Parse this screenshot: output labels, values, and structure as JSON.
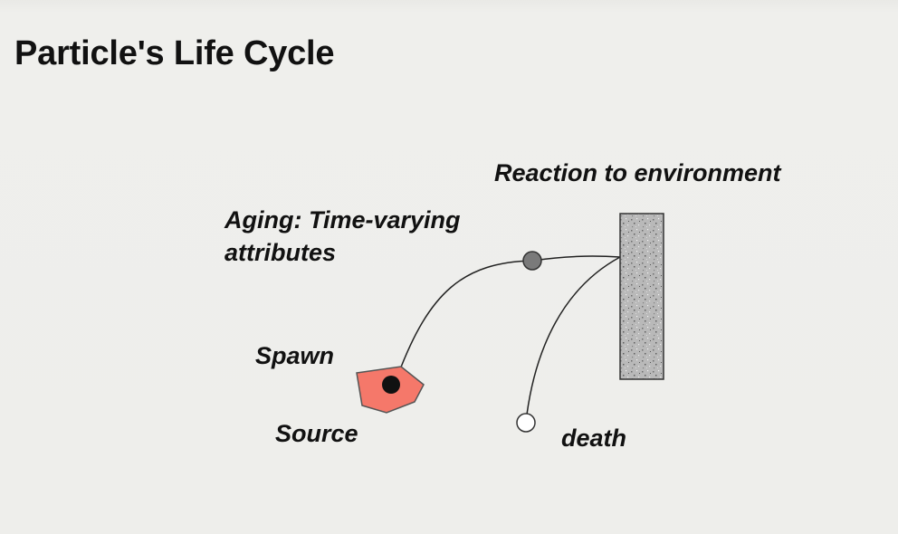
{
  "slide": {
    "title": "Particle's Life Cycle"
  },
  "labels": {
    "aging": "Aging: Time-varying attributes",
    "reaction": "Reaction to environment",
    "spawn": "Spawn",
    "source": "Source",
    "death": "death"
  },
  "colors": {
    "source_fill": "#f5786a",
    "source_stroke": "#555555",
    "particle_mid": "#7a7a7a",
    "wall": "#b3b3b3",
    "spawn_dot": "#111111",
    "death_dot": "#ffffff"
  }
}
